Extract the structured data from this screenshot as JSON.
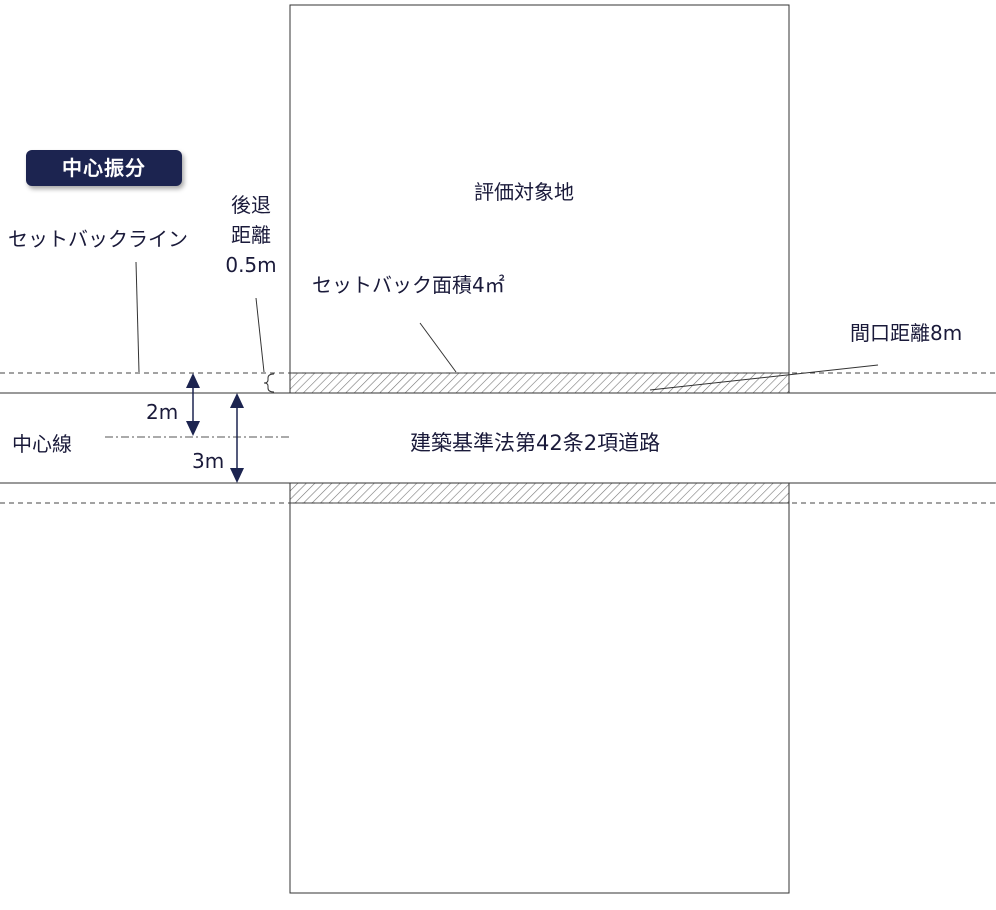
{
  "badge": {
    "label": "中心振分"
  },
  "labels": {
    "subject_land": "評価対象地",
    "setback_line": "セットバックライン",
    "setback_distance": [
      "後退",
      "距離",
      "0.5m"
    ],
    "setback_area": "セットバック面積4㎡",
    "frontage": "間口距離8m",
    "center_line": "中心線",
    "dim_2m": "2m",
    "dim_3m": "3m",
    "road": "建築基準法第42条2項道路"
  },
  "colors": {
    "text": "#1a1a3a",
    "badge_bg": "#1c2450",
    "badge_text": "#ffffff",
    "arrow": "#1c2450",
    "line": "#333333"
  }
}
